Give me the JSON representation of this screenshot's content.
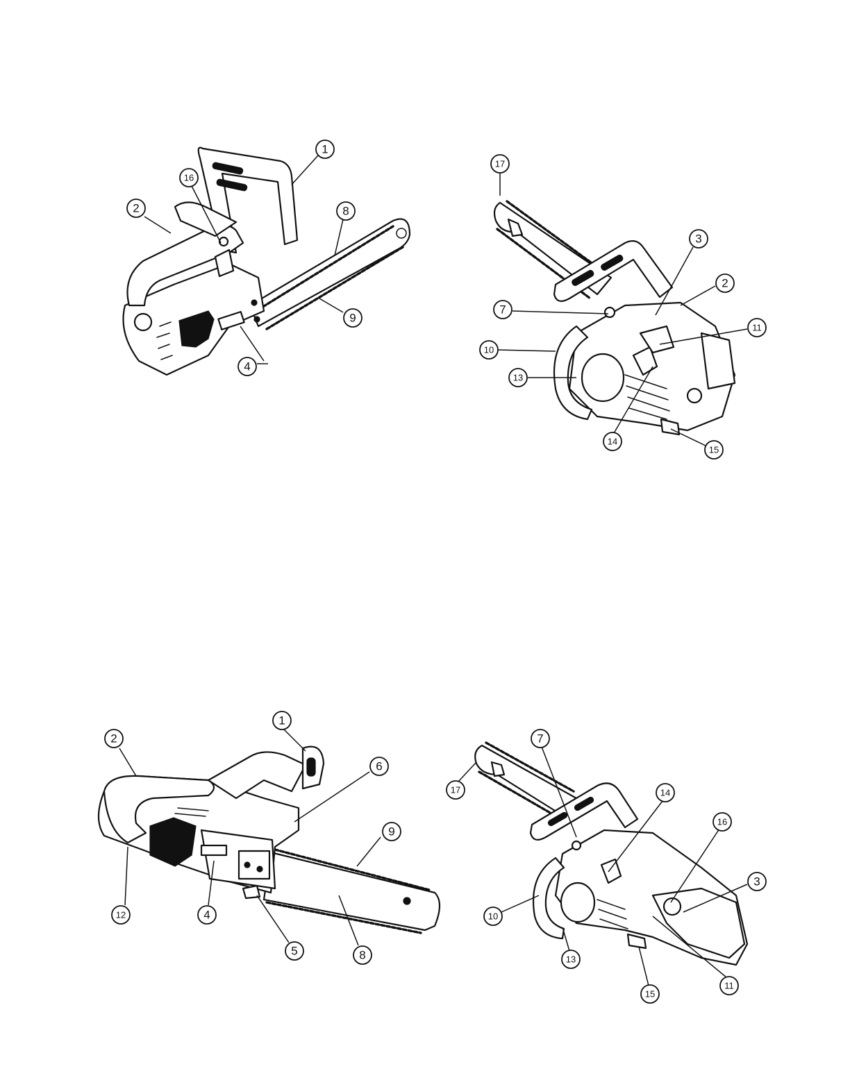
{
  "figures": [
    {
      "name": "top-left-saw",
      "callouts": [
        {
          "label": "1"
        },
        {
          "label": "2"
        },
        {
          "label": "16"
        },
        {
          "label": "8"
        },
        {
          "label": "9"
        },
        {
          "label": "4"
        }
      ]
    },
    {
      "name": "top-right-saw",
      "callouts": [
        {
          "label": "17"
        },
        {
          "label": "3"
        },
        {
          "label": "2"
        },
        {
          "label": "7"
        },
        {
          "label": "11"
        },
        {
          "label": "10"
        },
        {
          "label": "13"
        },
        {
          "label": "14"
        },
        {
          "label": "15"
        }
      ]
    },
    {
      "name": "bottom-left-saw",
      "callouts": [
        {
          "label": "1"
        },
        {
          "label": "2"
        },
        {
          "label": "6"
        },
        {
          "label": "9"
        },
        {
          "label": "12"
        },
        {
          "label": "4"
        },
        {
          "label": "5"
        },
        {
          "label": "8"
        }
      ]
    },
    {
      "name": "bottom-right-saw",
      "callouts": [
        {
          "label": "7"
        },
        {
          "label": "17"
        },
        {
          "label": "14"
        },
        {
          "label": "16"
        },
        {
          "label": "3"
        },
        {
          "label": "10"
        },
        {
          "label": "13"
        },
        {
          "label": "15"
        },
        {
          "label": "11"
        }
      ]
    }
  ],
  "colors": {
    "ink": "#111111",
    "paper": "#ffffff"
  }
}
